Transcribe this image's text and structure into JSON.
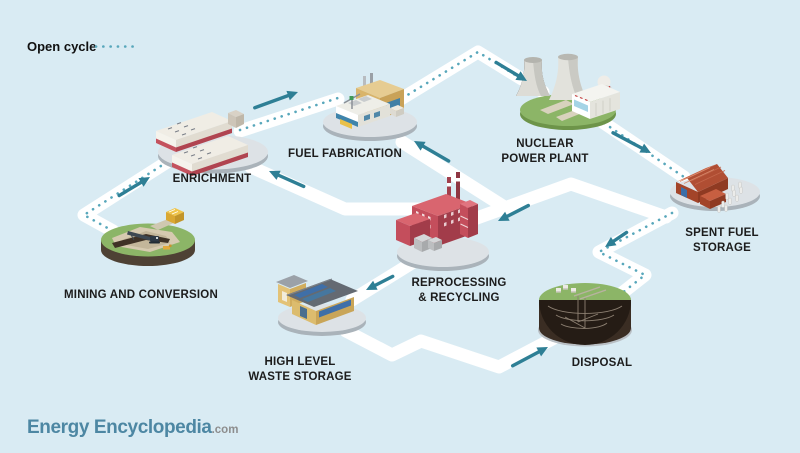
{
  "legend": {
    "label": "Open cycle",
    "style": "dotted-teal-line"
  },
  "logo": {
    "brand": "Energy Encyclopedia",
    "suffix": ".com"
  },
  "colors": {
    "background": "#d9ebf3",
    "route_band": "#ffffff",
    "arrow": "#2e7f95",
    "open_cycle_dots": "#58a7bb",
    "label_text": "#1c1c1c",
    "logo_brand": "#4d87a3",
    "logo_suffix": "#8d8d8d",
    "platform_gray": "#dde2e6",
    "platform_green": "#8cb567",
    "factory_red": "#c44e5c",
    "warehouse_orange": "#b04e33",
    "building_tan": "#d9b46a",
    "soil_brown": "#3a2d23"
  },
  "nodes": [
    {
      "id": "mining-and-conversion",
      "label_lines": [
        "MINING AND CONVERSION"
      ]
    },
    {
      "id": "enrichment",
      "label_lines": [
        "ENRICHMENT"
      ]
    },
    {
      "id": "fuel-fabrication",
      "label_lines": [
        "FUEL FABRICATION"
      ]
    },
    {
      "id": "nuclear-power-plant",
      "label_lines": [
        "NUCLEAR",
        "POWER PLANT"
      ]
    },
    {
      "id": "spent-fuel-storage",
      "label_lines": [
        "SPENT FUEL",
        "STORAGE"
      ]
    },
    {
      "id": "reprocessing-recycling",
      "label_lines": [
        "REPROCESSING",
        "& RECYCLING"
      ]
    },
    {
      "id": "high-level-waste-storage",
      "label_lines": [
        "HIGH LEVEL",
        "WASTE STORAGE"
      ]
    },
    {
      "id": "disposal",
      "label_lines": [
        "DISPOSAL"
      ]
    }
  ],
  "flows": [
    {
      "from": "mining-and-conversion",
      "to": "enrichment",
      "open_cycle": true
    },
    {
      "from": "enrichment",
      "to": "fuel-fabrication",
      "open_cycle": true
    },
    {
      "from": "fuel-fabrication",
      "to": "nuclear-power-plant",
      "open_cycle": true
    },
    {
      "from": "nuclear-power-plant",
      "to": "spent-fuel-storage",
      "open_cycle": true
    },
    {
      "from": "spent-fuel-storage",
      "to": "disposal",
      "open_cycle": true
    },
    {
      "from": "spent-fuel-storage",
      "to": "reprocessing-recycling",
      "open_cycle": false
    },
    {
      "from": "reprocessing-recycling",
      "to": "fuel-fabrication",
      "open_cycle": false
    },
    {
      "from": "reprocessing-recycling",
      "to": "enrichment",
      "open_cycle": false
    },
    {
      "from": "reprocessing-recycling",
      "to": "high-level-waste-storage",
      "open_cycle": false
    },
    {
      "from": "high-level-waste-storage",
      "to": "disposal",
      "open_cycle": false
    }
  ]
}
